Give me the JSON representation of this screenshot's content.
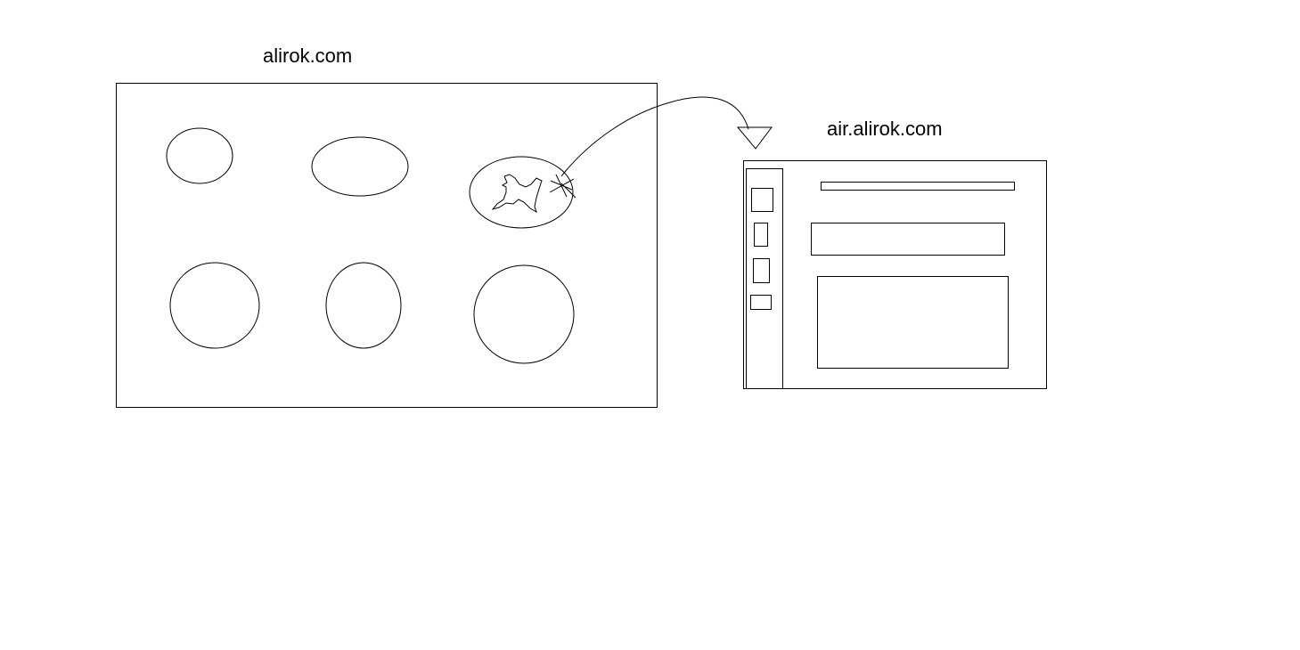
{
  "colors": {
    "background": "#ffffff",
    "stroke": "#000000"
  },
  "source_site": {
    "label": "alirok.com",
    "item_count": 6,
    "selected_item_index": 2,
    "selected_item_icon": "bird-icon"
  },
  "target_site": {
    "label": "air.alirok.com",
    "sidebar_item_count": 4
  },
  "connector": {
    "from": "source_site",
    "to": "target_site",
    "head": "arrowhead-icon"
  }
}
